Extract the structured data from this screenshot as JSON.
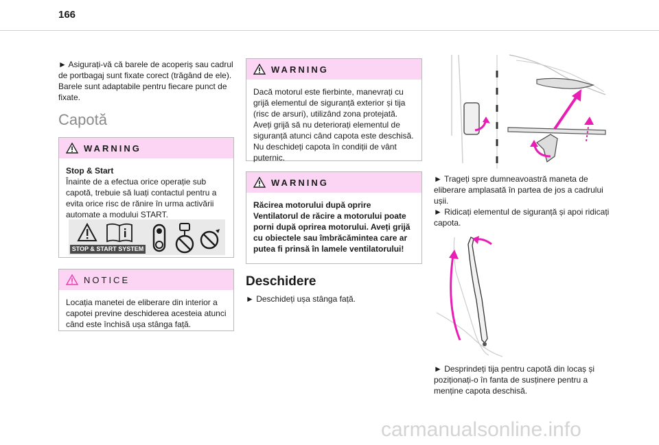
{
  "page": {
    "number": "166"
  },
  "left_column": {
    "intro": "► Asigurați-vă că barele de acoperiș sau cadrul de portbagaj sunt fixate corect (trăgând de ele). Barele sunt adaptabile pentru fiecare punct de fixate.",
    "section_title": "Capotă",
    "warning1": {
      "label": "WARNING",
      "heading": "Stop & Start",
      "text": "Înainte de a efectua orice operație sub capotă, trebuie să luați contactul pentru a evita orice risc de rănire în urma activării automate a modului START.",
      "panel_label": "STOP & START SYSTEM"
    },
    "notice": {
      "label": "NOTICE",
      "text": "Locația manetei de eliberare din interior a capotei previne deschiderea acesteia atunci când este închisă ușa stânga față."
    }
  },
  "middle_column": {
    "warning2": {
      "label": "WARNING",
      "text": "Dacă motorul este fierbinte, manevrați cu grijă elementul de siguranță exterior și tija (risc de arsuri), utilizând zona protejată. Aveți grijă să nu deteriorați elementul de siguranță atunci când capota este deschisă. Nu deschideți capota în condiții de vânt puternic."
    },
    "warning3": {
      "label": "WARNING",
      "text": "Răcirea motorului după oprire Ventilatorul de răcire a motorului poate porni după oprirea motorului. Aveți grijă cu obiectele sau îmbrăcămintea care ar putea fi prinsă în lamele ventilatorului!"
    },
    "subsection_title": "Deschidere",
    "step1": "► Deschideți ușa stânga față."
  },
  "right_column": {
    "step2": "► Trageți spre dumneavoastră maneta de eliberare amplasată în partea de jos a cadrului ușii.",
    "step3": "► Ridicați elementul de siguranță și apoi ridicați capota.",
    "step4": "► Desprindeți tija pentru capotă din locaș și poziționați-o în fanta de susținere pentru a menține capota deschisă."
  },
  "footer": {
    "watermark": "carmanualsonline.info"
  },
  "colors": {
    "warning_header": "#fbd5f3",
    "arrow_magenta": "#e81eb4",
    "notice_icon": "#e83fae"
  }
}
